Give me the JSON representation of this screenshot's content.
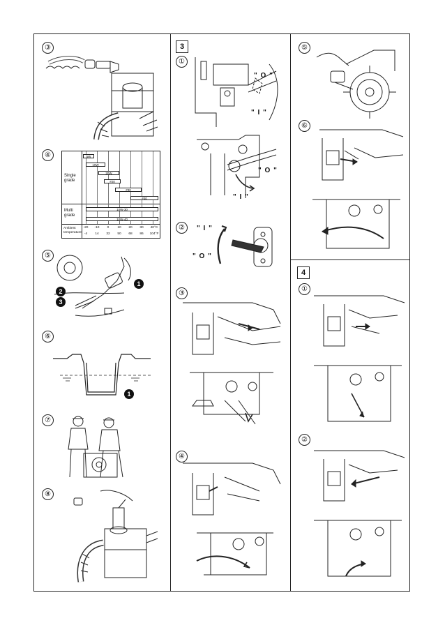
{
  "sections": {
    "s3": "3",
    "s4": "4"
  },
  "steps": {
    "c3": "③",
    "c4": "④",
    "c5": "⑤",
    "c6": "⑥",
    "c7": "⑦",
    "c8": "⑧",
    "m1": "①",
    "m2": "②",
    "m3": "③",
    "m4": "④",
    "r5": "⑤",
    "r6": "⑥",
    "q1": "①",
    "q2": "②"
  },
  "callouts": {
    "b1": "1",
    "b2": "2",
    "b3": "3",
    "b6": "1"
  },
  "choke_labels": {
    "o1": "\" O \"",
    "i1": "\" I \"",
    "o2": "\" O \"",
    "i2": "\" I \"",
    "i3": "\" I \"",
    "o3": "\" O \""
  },
  "oil_chart": {
    "single_label": "Single grade",
    "multi_label": "Multi grade",
    "ambient_label": "Ambient temperature",
    "single_grades": [
      "5W",
      "10W",
      "20W",
      "#20",
      "#30",
      "#40"
    ],
    "multi_grades": [
      "10W-30",
      "10W-40"
    ],
    "celsius": [
      "-20",
      "-10",
      "0",
      "10",
      "20",
      "30",
      "40°C"
    ],
    "fahrenheit": [
      "-4",
      "14",
      "32",
      "50",
      "68",
      "86",
      "104°F"
    ]
  }
}
